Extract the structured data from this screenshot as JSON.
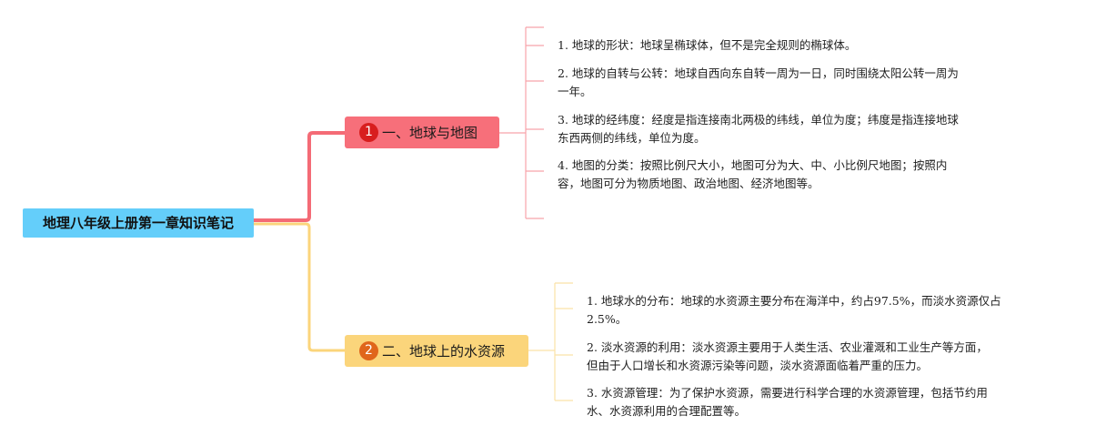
{
  "root": {
    "title": "地理八年级上册第一章知识笔记"
  },
  "branches": [
    {
      "number": "1",
      "title": "一、地球与地图",
      "color": "#f76f7a",
      "badge_color": "#d81e1e",
      "items": [
        {
          "lines": [
            "1. 地球的形状：地球呈椭球体，但不是完全规则的椭球体。"
          ]
        },
        {
          "lines": [
            "2. 地球的自转与公转：地球自西向东自转一周为一日，同时围绕太阳公转一周为",
            "一年。"
          ]
        },
        {
          "lines": [
            "3. 地球的经纬度：经度是指连接南北两极的纬线，单位为度；纬度是指连接地球",
            "东西两侧的纬线，单位为度。"
          ]
        },
        {
          "lines": [
            "4. 地图的分类：按照比例尺大小，地图可分为大、中、小比例尺地图；按照内",
            "容，地图可分为物质地图、政治地图、经济地图等。"
          ]
        }
      ]
    },
    {
      "number": "2",
      "title": "二、地球上的水资源",
      "color": "#fbd57b",
      "badge_color": "#e0661b",
      "items": [
        {
          "lines": [
            "1. 地球水的分布：地球的水资源主要分布在海洋中，约占97.5%，而淡水资源仅占",
            "2.5%。"
          ]
        },
        {
          "lines": [
            "2. 淡水资源的利用：淡水资源主要用于人类生活、农业灌溉和工业生产等方面，",
            "但由于人口增长和水资源污染等问题，淡水资源面临着严重的压力。"
          ]
        },
        {
          "lines": [
            "3. 水资源管理：为了保护水资源，需要进行科学合理的水资源管理，包括节约用",
            "水、水资源利用的合理配置等。"
          ]
        }
      ]
    }
  ]
}
